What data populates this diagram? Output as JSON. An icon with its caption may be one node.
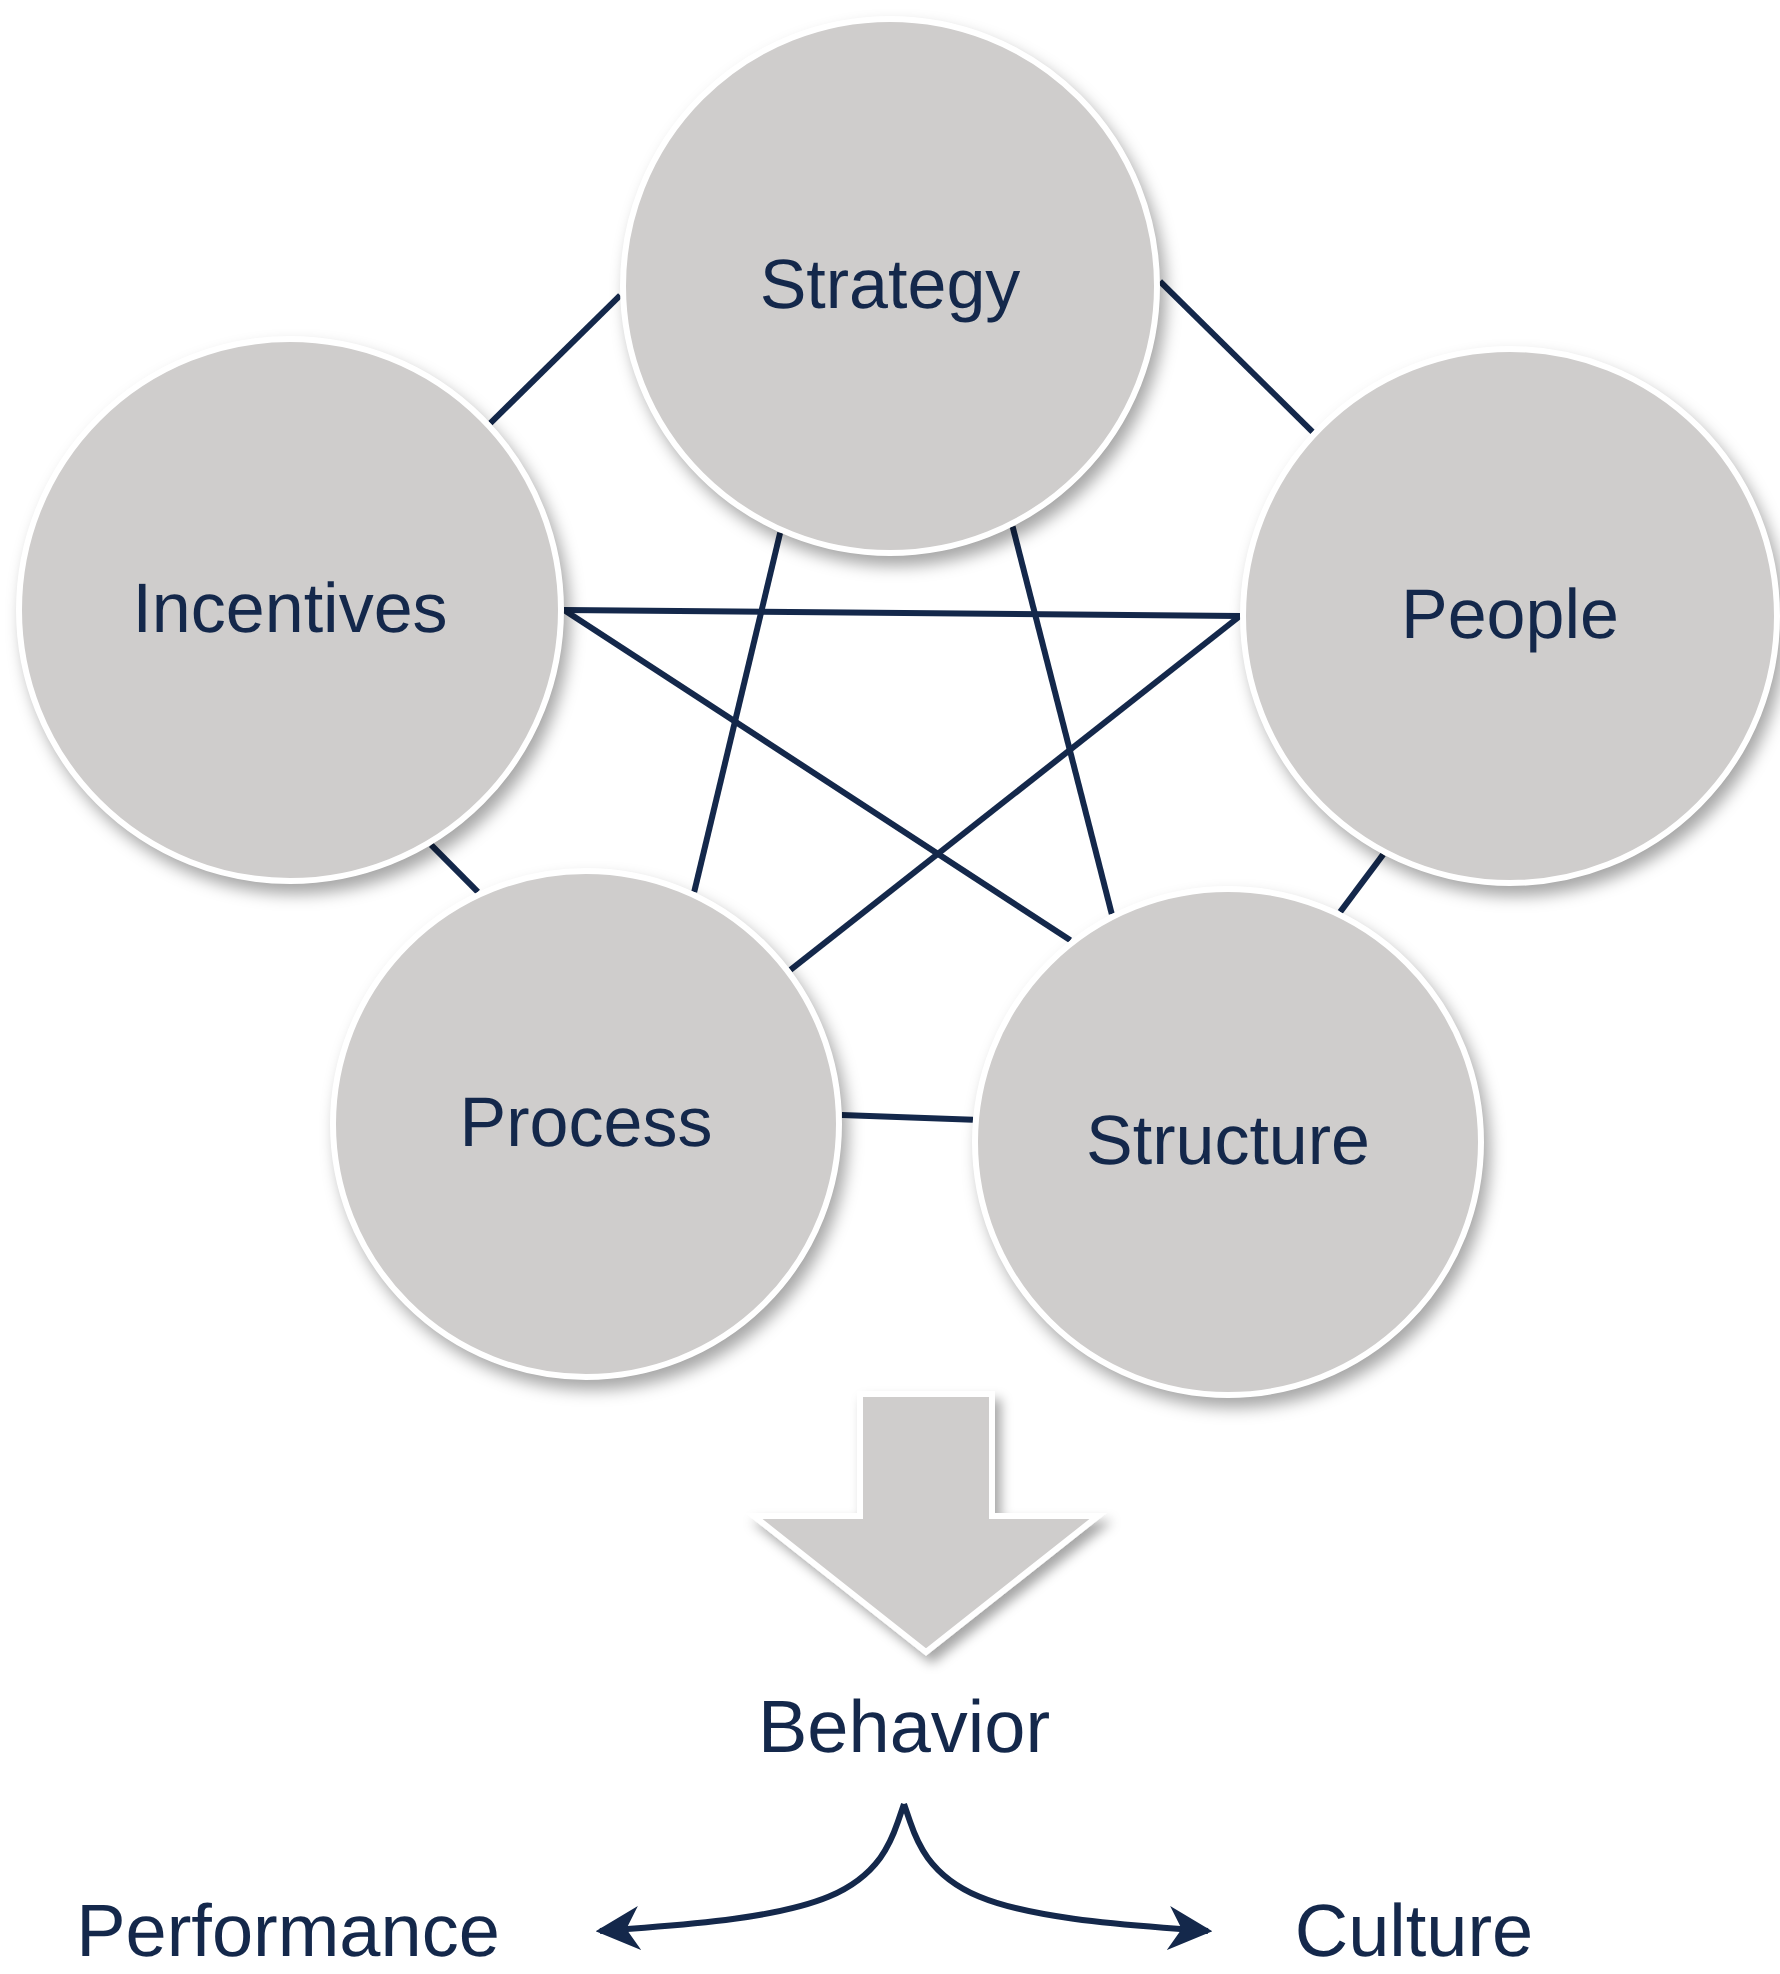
{
  "diagram": {
    "nodes": [
      {
        "text": [
          "Strategy"
        ]
      },
      {
        "text": [
          "Incentives"
        ]
      },
      {
        "text": [
          "People"
        ]
      },
      {
        "text": [
          "Process"
        ]
      },
      {
        "text": [
          "Structure"
        ]
      },
      {
        "text": [
          "Behavior"
        ]
      },
      {
        "text": [
          "Performance"
        ]
      },
      {
        "text": [
          "Culture"
        ]
      }
    ],
    "edges": [
      {
        "from": 0,
        "to": 1,
        "arrow": "none"
      },
      {
        "from": 0,
        "to": 2,
        "arrow": "none"
      },
      {
        "from": 1,
        "to": 3,
        "arrow": "none"
      },
      {
        "from": 3,
        "to": 4,
        "arrow": "none"
      },
      {
        "from": 4,
        "to": 2,
        "arrow": "none"
      },
      {
        "from": 1,
        "to": 2,
        "arrow": "none"
      },
      {
        "from": 1,
        "to": 4,
        "arrow": "none"
      },
      {
        "from": 0,
        "to": 3,
        "arrow": "none"
      },
      {
        "from": 0,
        "to": 4,
        "arrow": "none"
      },
      {
        "from": 2,
        "to": 3,
        "arrow": "none"
      },
      {
        "from": null,
        "to": 5,
        "arrow": "to",
        "style": "thick",
        "color": "#cfcdcc"
      },
      {
        "from": 5,
        "to": 6,
        "arrow": "to"
      },
      {
        "from": 5,
        "to": 7,
        "arrow": "to"
      }
    ]
  }
}
